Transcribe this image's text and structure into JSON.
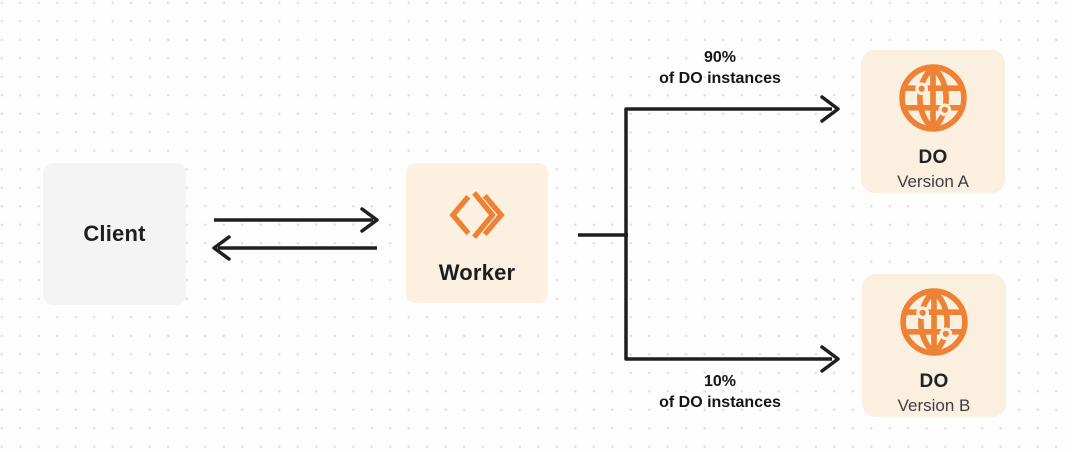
{
  "nodes": {
    "client": {
      "label": "Client"
    },
    "worker": {
      "label": "Worker",
      "icon": "workers-chevrons-icon"
    },
    "do_a": {
      "title": "DO",
      "subtitle": "Version A",
      "icon": "globe-dots-icon"
    },
    "do_b": {
      "title": "DO",
      "subtitle": "Version B",
      "icon": "globe-dots-icon"
    }
  },
  "edges": {
    "top_branch": {
      "percent": "90%",
      "caption": "of DO instances"
    },
    "bottom_branch": {
      "percent": "10%",
      "caption": "of DO instances"
    }
  },
  "colors": {
    "accent_orange": "#EE8133",
    "node_cream": "#FBEFDF",
    "node_gray": "#F4F4F5",
    "line_dark": "#1E1F21",
    "dot_grid": "#E2E2E3",
    "background": "#FDFDFD",
    "text_primary": "#1D1E20",
    "text_secondary": "#3D3F43"
  }
}
